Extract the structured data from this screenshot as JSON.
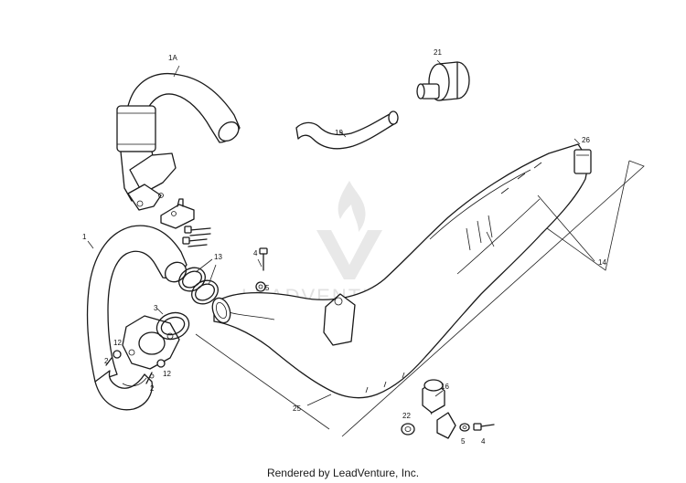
{
  "callouts": {
    "c1A": "1A",
    "c21": "21",
    "c19": "19",
    "c26": "26",
    "c14": "14",
    "c1": "1",
    "c13": "13",
    "c4a": "4",
    "c5a": "5",
    "c3": "3",
    "c12a": "12",
    "c2a": "2",
    "c12b": "12",
    "c2b": "2",
    "c25": "25",
    "c16": "16",
    "c22": "22",
    "c5b": "5",
    "c4b": "4"
  },
  "watermark": {
    "text": "LEADVENTURE"
  },
  "footer": {
    "text": "Rendered by LeadVenture, Inc."
  }
}
